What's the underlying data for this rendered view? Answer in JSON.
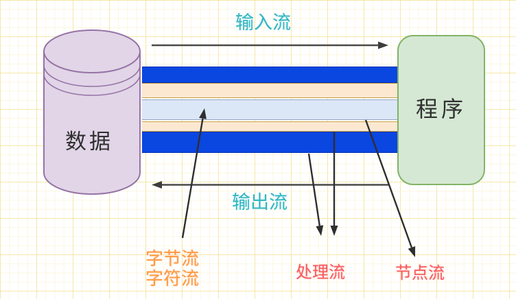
{
  "diagram": {
    "type": "io-streams-concept-diagram",
    "background": "white-with-light-yellow-grid"
  },
  "nodes": {
    "data_store": {
      "label": "数据",
      "shape": "cylinder",
      "fill": "#e1d5e7",
      "border": "#9673a6"
    },
    "program": {
      "label": "程序",
      "shape": "rounded-rectangle",
      "fill": "#d5e8d4",
      "border": "#82b366"
    }
  },
  "flows": {
    "input": {
      "label": "输入流",
      "direction": "left-to-right",
      "color": "#33b5c2"
    },
    "output": {
      "label": "输出流",
      "direction": "right-to-left",
      "color": "#33b5c2"
    }
  },
  "stream_labels": {
    "byte": {
      "label": "字节流",
      "color": "#ff9a3d"
    },
    "char": {
      "label": "字符流",
      "color": "#ff9a3d"
    },
    "process": {
      "label": "处理流",
      "color": "#f9595b"
    },
    "node": {
      "label": "节点流",
      "color": "#f9595b"
    }
  },
  "stripes": [
    {
      "name": "outer-blue-top",
      "fill": "#0a46e0"
    },
    {
      "name": "peach-top",
      "fill": "#fce8d1",
      "border": "#c8a046"
    },
    {
      "name": "inner-light-blue",
      "fill": "#dbe7f7",
      "border": "#96a2c4"
    },
    {
      "name": "peach-bottom",
      "fill": "#fce8d1",
      "border": "#c8a046"
    },
    {
      "name": "outer-blue-bottom",
      "fill": "#0a46e0"
    }
  ],
  "arrow_color": "#3d3d3d"
}
